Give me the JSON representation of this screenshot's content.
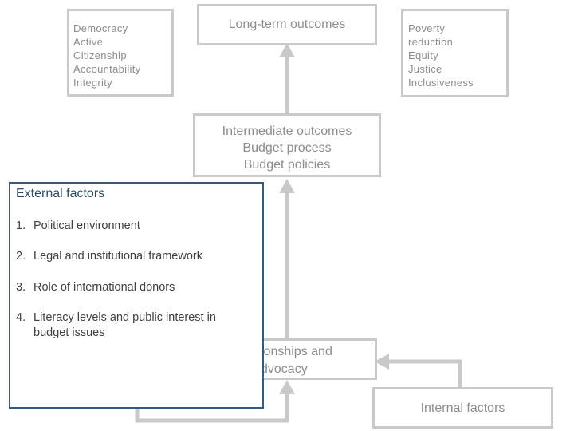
{
  "colors": {
    "box_border": "#c9c9c9",
    "arrow": "#c9c9c9",
    "external_border": "#3b5a75",
    "external_title": "#2d4a63"
  },
  "values_box": {
    "items": [
      "Democracy",
      "Active",
      "Citizenship",
      "Accountability",
      "Integrity"
    ]
  },
  "long_term": {
    "label": "Long-term outcomes"
  },
  "goals_box": {
    "items": [
      "Poverty",
      "reduction",
      "Equity",
      "Justice",
      "Inclusiveness"
    ]
  },
  "intermediate": {
    "lines": [
      "Intermediate outcomes",
      "Budget process",
      "Budget policies"
    ]
  },
  "relationships": {
    "lines": [
      "ionships and",
      "dvocacy"
    ]
  },
  "internal": {
    "label": "Internal factors"
  },
  "external": {
    "title": "External factors",
    "items": [
      {
        "num": "1.",
        "text": "Political environment"
      },
      {
        "num": "2.",
        "text": "Legal and institutional framework"
      },
      {
        "num": "3.",
        "text": "Role of international donors"
      },
      {
        "num": "4.",
        "text": "Literacy levels and public interest in budget issues"
      }
    ]
  }
}
